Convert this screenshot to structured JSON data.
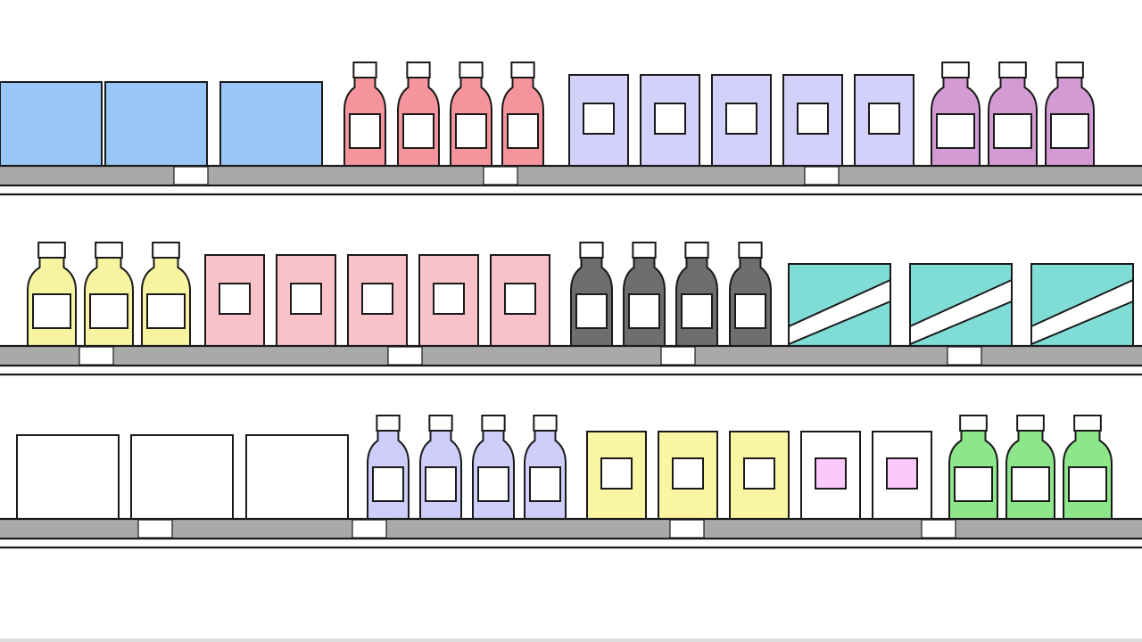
{
  "colors": {
    "outline": "#1a1a1a",
    "shelf": "#a9a9a9",
    "price_tag": "#ffffff",
    "label": "#ffffff",
    "background": "#ffffff"
  },
  "shelves": [
    {
      "name": "top-shelf",
      "groups": [
        {
          "kind": "box",
          "color": "#98c6f6",
          "count": 3
        },
        {
          "kind": "bottle",
          "color": "#f5949c",
          "count": 4
        },
        {
          "kind": "carton",
          "color": "#d3d0fa",
          "count": 5
        },
        {
          "kind": "bottle",
          "color": "#d49ad4",
          "count": 3
        }
      ],
      "tag_count": 3
    },
    {
      "name": "middle-shelf",
      "groups": [
        {
          "kind": "bottle",
          "color": "#f7f3a0",
          "count": 3
        },
        {
          "kind": "carton",
          "color": "#f8c2c8",
          "count": 5
        },
        {
          "kind": "bottle",
          "color": "#6e6e6e",
          "count": 4
        },
        {
          "kind": "striped-box",
          "color": "#7fddd6",
          "count": 3
        }
      ],
      "tag_count": 4
    },
    {
      "name": "bottom-shelf",
      "groups": [
        {
          "kind": "box",
          "color": "#ffffff",
          "count": 3
        },
        {
          "kind": "bottle",
          "color": "#cfcdfa",
          "count": 4
        },
        {
          "kind": "carton",
          "color": "#f9f5a2",
          "count": 3
        },
        {
          "kind": "carton",
          "color": "#ffffff",
          "label_color": "#fbc8fb",
          "count": 2
        },
        {
          "kind": "bottle",
          "color": "#8ee68a",
          "count": 3
        }
      ],
      "tag_count": 4
    }
  ]
}
